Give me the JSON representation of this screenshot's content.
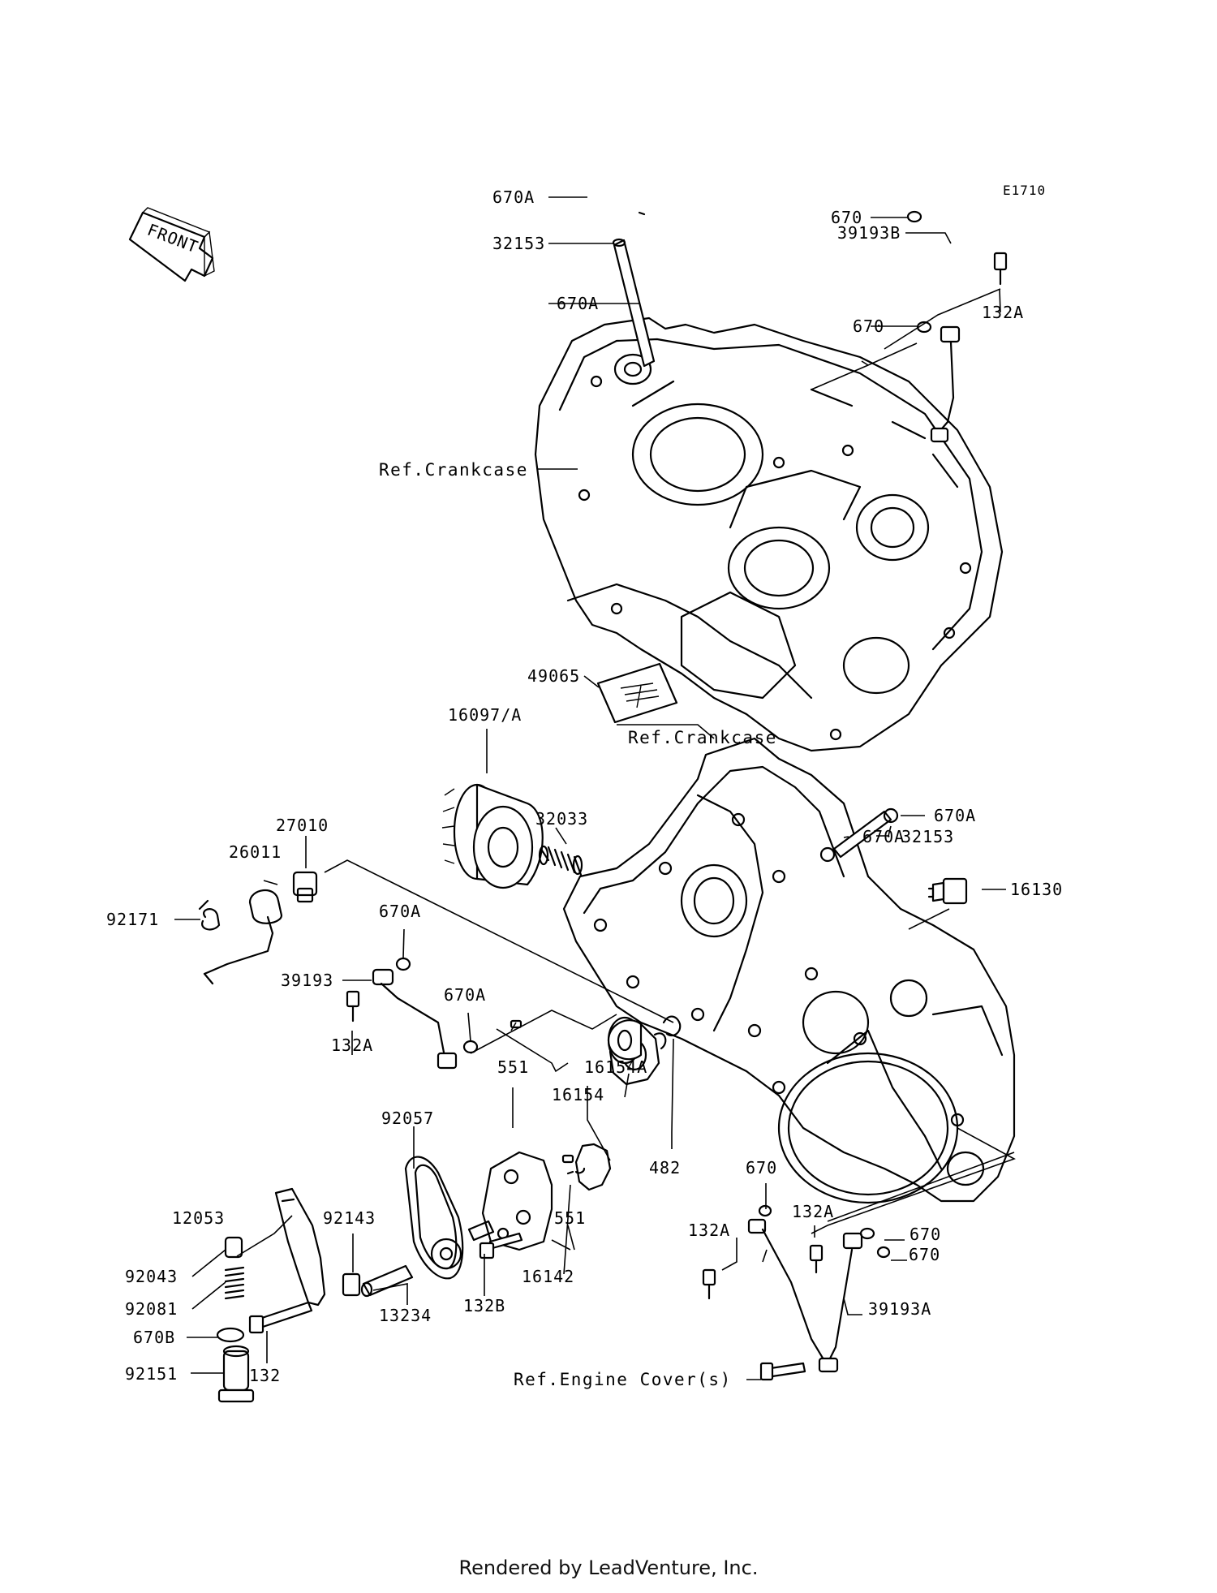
{
  "diagram": {
    "code": "E1710",
    "front_label": "FRONT",
    "refs": {
      "crankcase_upper": "Ref.Crankcase",
      "crankcase_lower": "Ref.Crankcase",
      "engine_covers": "Ref.Engine Cover(s)"
    },
    "parts": {
      "p670A_a": "670A",
      "p32153_a": "32153",
      "p670A_b": "670A",
      "p670_a": "670",
      "p39193B": "39193B",
      "p132A_a": "132A",
      "p670_b": "670",
      "p49065": "49065",
      "p16097A": "16097/A",
      "p32033": "32033",
      "p670A_c": "670A",
      "p32153_b": "32153",
      "p670A_d": "670A",
      "p27010": "27010",
      "p26011": "26011",
      "p92171": "92171",
      "p16130": "16130",
      "p670A_e": "670A",
      "p39193": "39193",
      "p670A_f": "670A",
      "p132A_b": "132A",
      "p551_a": "551",
      "p16154A": "16154A",
      "p16154": "16154",
      "p92057": "92057",
      "p482": "482",
      "p670_c": "670",
      "p12053": "12053",
      "p92143": "92143",
      "p551_b": "551",
      "p132A_c": "132A",
      "p132A_d": "132A",
      "p670_d": "670",
      "p670_e": "670",
      "p92043": "92043",
      "p16142": "16142",
      "p92081": "92081",
      "p13234": "13234",
      "p132B": "132B",
      "p39193A": "39193A",
      "p670B": "670B",
      "p132": "132",
      "p92151": "92151"
    }
  },
  "footer": "Rendered by LeadVenture, Inc."
}
